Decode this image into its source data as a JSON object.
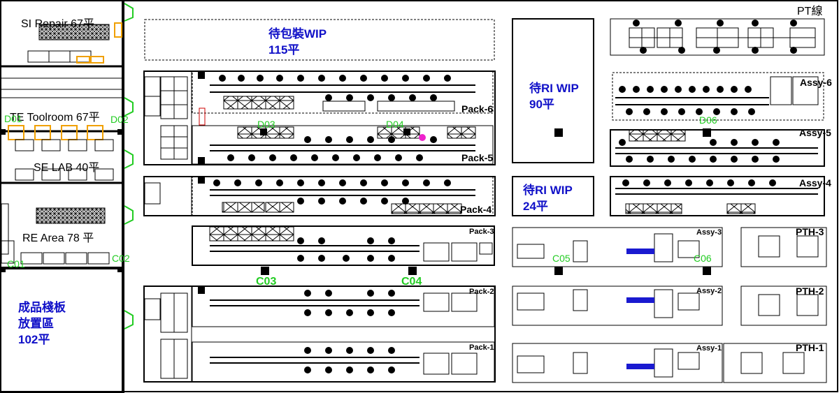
{
  "rooms": {
    "si_repair": "SI Repair  67平",
    "te_toolroom": "TE  Toolroom  67平",
    "se_lab": "SE LAB 40平",
    "re_area": "RE Area 78 平"
  },
  "storage": {
    "finished_pallet_line1": "成品棧板",
    "finished_pallet_line2": "放置區",
    "finished_pallet_line3": "102平",
    "pack_wip_line1": "待包裝WIP",
    "pack_wip_line2": "115平",
    "ri_wip_90_line1": "待RI  WIP",
    "ri_wip_90_line2": "90平",
    "ri_wip_24_line1": "待RI  WIP",
    "ri_wip_24_line2": "24平"
  },
  "lines": {
    "pack6": "Pack-6",
    "pack5": "Pack-5",
    "pack4": "Pack-4",
    "pack3": "Pack-3",
    "pack2": "Pack-2",
    "pack1": "Pack-1",
    "assy6": "Assy-6",
    "assy5": "Assy-5",
    "assy4": "Assy-4",
    "assy3": "Assy-3",
    "assy2": "Assy-2",
    "assy1": "Assy-1",
    "pth3": "PTH-3",
    "pth2": "PTH-2",
    "pth1": "PTH-1",
    "pt_line": "PT線"
  },
  "doors": {
    "d01": "D01",
    "d02": "D02",
    "d03": "D03",
    "d04": "D04",
    "d06": "D06",
    "c01": "C01",
    "c02": "C02",
    "c03": "C03",
    "c04": "C04",
    "c05": "C05",
    "c06": "C06"
  },
  "colors": {
    "door_green": "#22cc22",
    "wip_blue": "#1010c8",
    "line": "#000000",
    "bench_orange": "#f0a000",
    "conveyor_blue": "#1a1ad0",
    "marker_magenta": "#ee22cc"
  }
}
